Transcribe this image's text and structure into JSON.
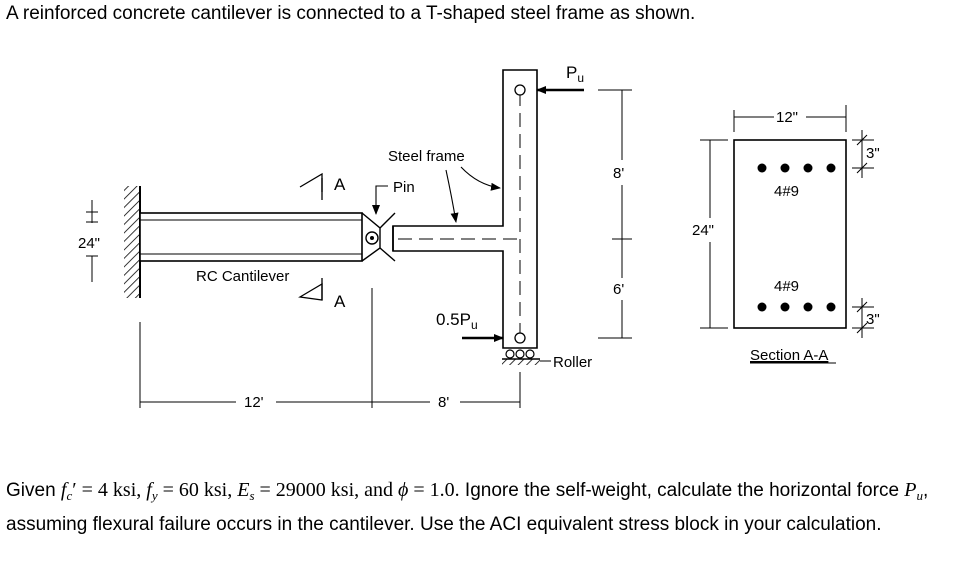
{
  "problem": {
    "intro": "A reinforced concrete cantilever is connected to a T-shaped steel frame as shown.",
    "figure": {
      "label_pu_P": "P",
      "label_pu_sub": "u",
      "label_steel_frame": "Steel frame",
      "label_pin": "Pin",
      "label_section_mark": "A",
      "label_rc_cantilever": "RC Cantilever",
      "label_depth": "24\"",
      "label_half_pu": "0.5P",
      "label_half_pu_sub": "u",
      "label_roller": "Roller",
      "dim_12ft": "12'",
      "dim_8ft_h": "8'",
      "dim_8ft_v": "8'",
      "dim_6ft": "6'",
      "section": {
        "width": "12\"",
        "depth": "24\"",
        "cover_top": "3\"",
        "cover_bottom": "3\"",
        "top_bars": "4#9",
        "bottom_bars": "4#9",
        "title": "Section A-A"
      }
    },
    "given": {
      "lead": "Given ",
      "fc_label": "f",
      "fc_sub": "c",
      "fc_value": " = 4 ksi, ",
      "fy_label": "f",
      "fy_sub": "y",
      "fy_value": " = 60 ksi, ",
      "es_label": "E",
      "es_sub": "s",
      "es_value": " = 29000 ksi, and ",
      "phi_label": "ϕ",
      "phi_value": " = 1.0.",
      "sentence_1_tail": "  Ignore the self-weight, calculate the horizontal force ",
      "pu_label": "P",
      "pu_sub": "u",
      "sentence_2": ", assuming flexural failure occurs in the cantilever. Use the ACI equivalent stress block in your calculation."
    }
  }
}
